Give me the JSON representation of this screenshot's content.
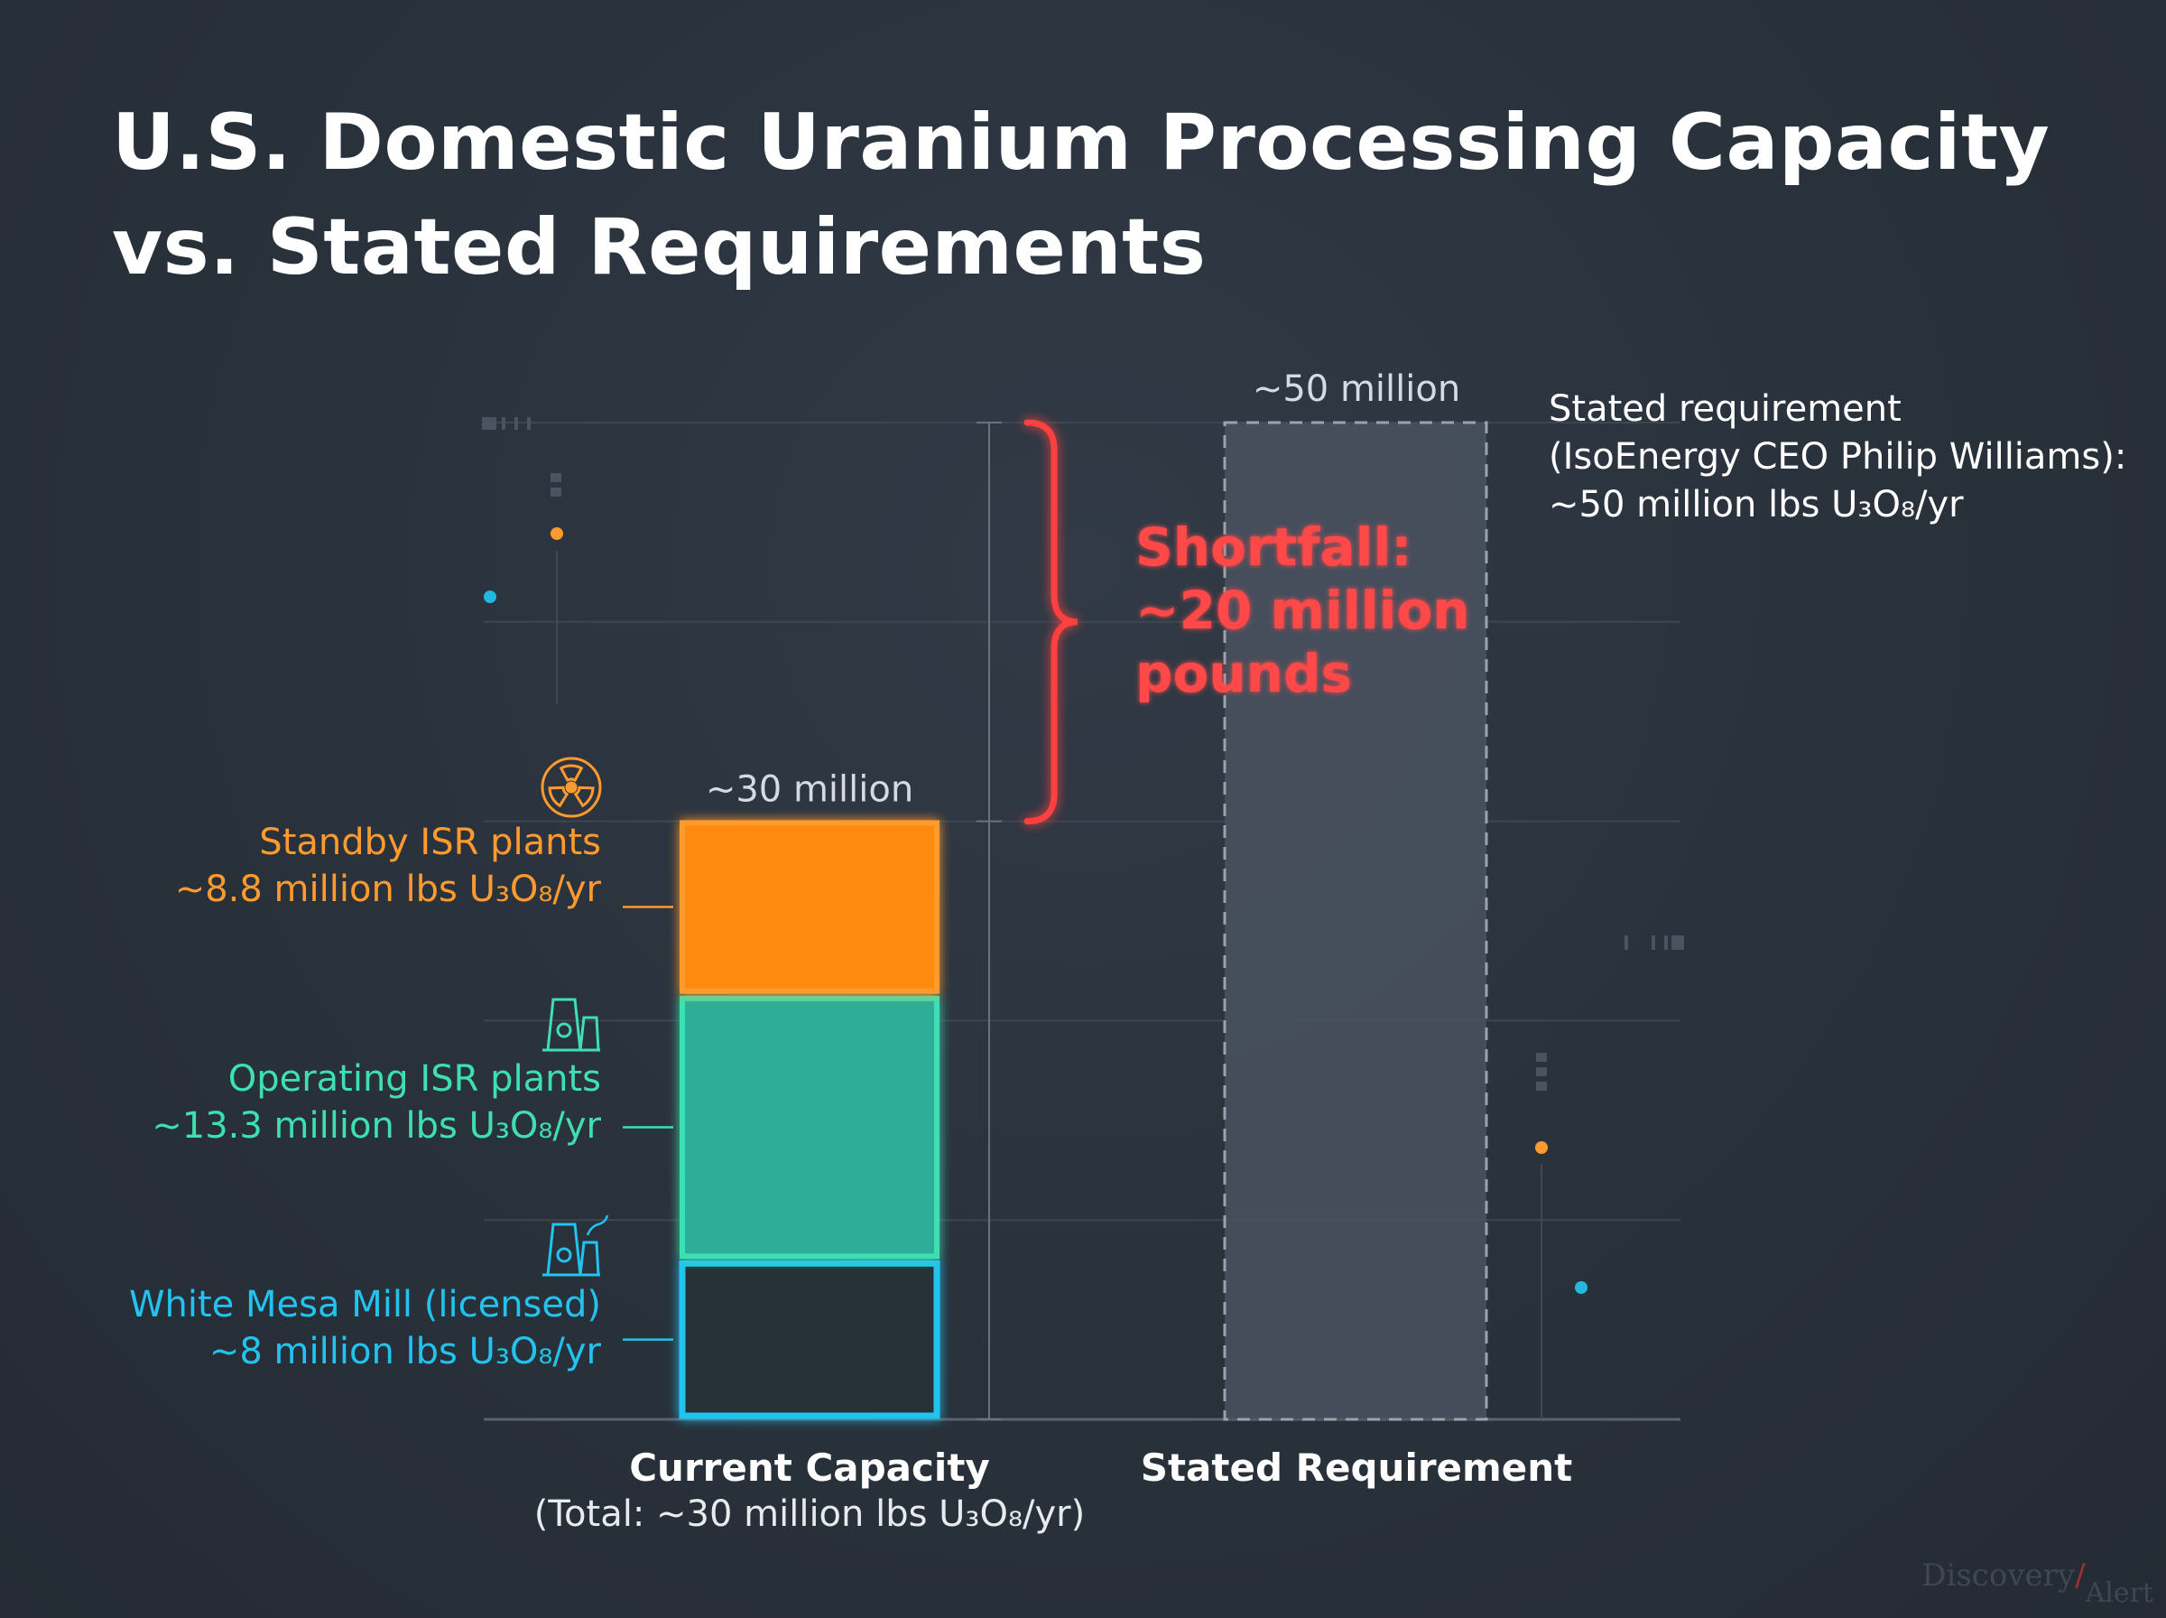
{
  "title_lines": [
    "U.S. Domestic Uranium Processing Capacity",
    "vs. Stated Requirements"
  ],
  "chart_data": {
    "type": "bar",
    "title": "U.S. Domestic Uranium Processing Capacity vs. Stated Requirements",
    "unit": "million lbs U3O8/yr",
    "ylim": [
      0,
      50
    ],
    "grid": true,
    "categories": [
      "Current Capacity",
      "Stated Requirement"
    ],
    "category_sublabels": [
      "(Total: ~30 million lbs U₃O₈/yr)",
      ""
    ],
    "stacked": true,
    "series": [
      {
        "name": "White Mesa Mill (licensed)",
        "label_line2": "~8 million lbs U₃O₈/yr",
        "values": [
          8,
          0
        ],
        "color": "#22c3ee",
        "style": "outline",
        "icon": "mill-icon"
      },
      {
        "name": "Operating ISR plants",
        "label_line2": "~13.3 million lbs U₃O₈/yr",
        "values": [
          13.3,
          0
        ],
        "color": "#2fae98",
        "label_color": "#3ee0b2",
        "style": "filled",
        "icon": "cooling-tower-icon"
      },
      {
        "name": "Standby ISR plants",
        "label_line2": "~8.8 million lbs U₃O₈/yr",
        "values": [
          8.8,
          0
        ],
        "color": "#ff8a0a",
        "label_color": "#ff9a2e",
        "style": "filled",
        "icon": "radiation-icon"
      }
    ],
    "requirement": {
      "value": 50,
      "top_label": "~50 million",
      "color": "#4a5260"
    },
    "bar_top_labels": [
      "~30 million",
      "~50 million"
    ],
    "annotations": [
      {
        "text_lines": [
          "Stated requirement",
          "(IsoEnergy CEO Philip Williams):",
          "~50 million lbs U₃O₈/yr"
        ],
        "color": "#ffffff"
      },
      {
        "text_lines": [
          "Shortfall:",
          "~20 million",
          "pounds"
        ],
        "color": "#ff4a4a",
        "from": 30,
        "to": 50
      }
    ]
  },
  "watermark": {
    "text": "Discovery",
    "slash": "/",
    "text2": "Alert"
  }
}
